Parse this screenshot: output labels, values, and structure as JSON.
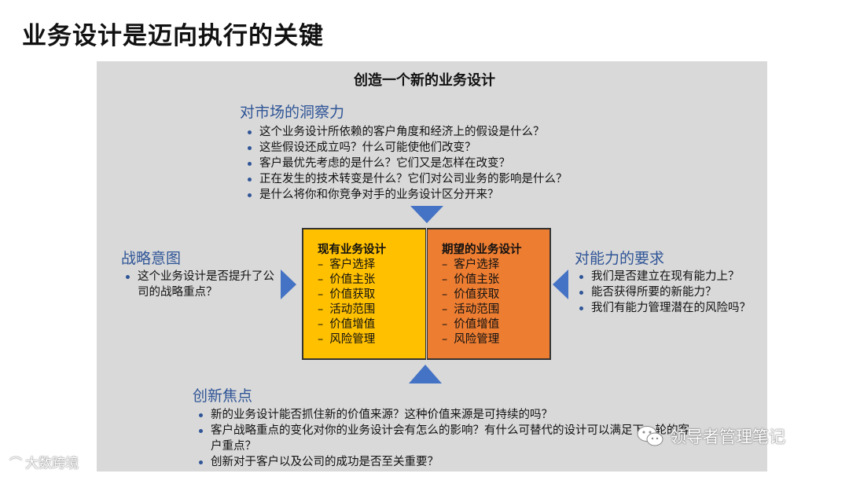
{
  "page_title": "业务设计是迈向执行的关键",
  "panel_title": "创造一个新的业务设计",
  "market": {
    "title": "对市场的洞察力",
    "items": [
      "这个业务设计所依赖的客户角度和经济上的假设是什么？",
      "这些假设还成立吗？什么可能使他们改变？",
      "客户最优先考虑的是什么？它们又是怎样在改变？",
      "正在发生的技术转变是什么？它们对公司业务的影响是什么？",
      "是什么将你和你竞争对手的业务设计区分开来？"
    ]
  },
  "strategy": {
    "title": "战略意图",
    "items": [
      "这个业务设计是否提升了公司的战略重点？"
    ]
  },
  "capability": {
    "title": "对能力的要求",
    "items": [
      "我们是否建立在现有能力上？",
      "能否获得所要的新能力？",
      "我们有能力管理潜在的风险吗？"
    ]
  },
  "innovation": {
    "title": "创新焦点",
    "items": [
      "新的业务设计能否抓住新的价值来源？这种价值来源是可持续的吗？",
      "客户战略重点的变化对你的业务设计会有怎么的影响？有什么可替代的设计可以满足下一轮的客户重点？",
      "创新对于客户以及公司的成功是否至关重要？"
    ]
  },
  "current_design": {
    "title": "现有业务设计",
    "items": [
      "客户选择",
      "价值主张",
      "价值获取",
      "活动范围",
      "价值增值",
      "风险管理"
    ]
  },
  "desired_design": {
    "title": "期望的业务设计",
    "items": [
      "客户选择",
      "价值主张",
      "价值获取",
      "活动范围",
      "价值增值",
      "风险管理"
    ]
  },
  "watermark_left": "大数跨境",
  "watermark_right": "领导者管理笔记",
  "colors": {
    "accent_blue": "#4472c4",
    "title_blue": "#2f5597",
    "current_fill": "#ffc000",
    "desired_fill": "#ed7d31",
    "panel_bg": "#d9d9d9"
  },
  "icons": {
    "arrow": "triangle",
    "wechat": "wechat-icon",
    "wm_logo": "logo-icon"
  }
}
